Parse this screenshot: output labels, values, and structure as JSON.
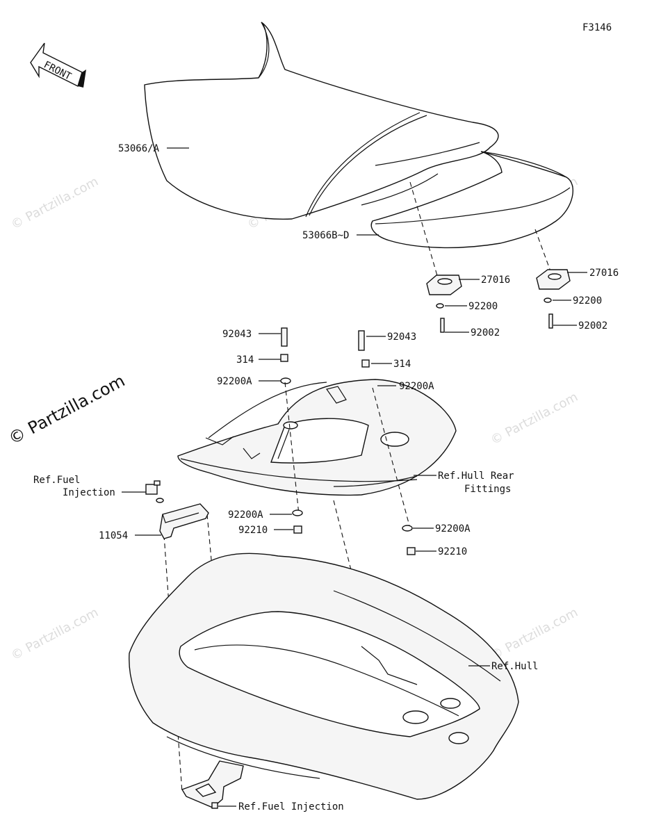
{
  "diagram": {
    "figure_code": "F3146",
    "front_label": "FRONT",
    "watermark": "© Partzilla.com",
    "watermark_main": "© Partzilla.com"
  },
  "callouts": {
    "seat_front": "53066/A",
    "seat_rear": "53066B~D",
    "rubber_l": "27016",
    "rubber_r": "27016",
    "washer_l": "92200",
    "washer_r": "92200",
    "bolt_l": "92002",
    "bolt_r": "92002",
    "stud_l": "92043",
    "stud_r": "92043",
    "nut_l": "314",
    "nut_r": "314",
    "washer_a_l": "92200A",
    "washer_a_r": "92200A",
    "washer_a_l2": "92200A",
    "washer_a_r2": "92200A",
    "nut_210_l": "92210",
    "nut_210_r": "92210",
    "hull_rear_1": "Ref.Hull Rear",
    "hull_rear_2": "Fittings",
    "fuel_top_1": "Ref.Fuel",
    "fuel_top_2": "Injection",
    "bracket": "11054",
    "hull": "Ref.Hull",
    "fuel_bottom": "Ref.Fuel Injection"
  }
}
